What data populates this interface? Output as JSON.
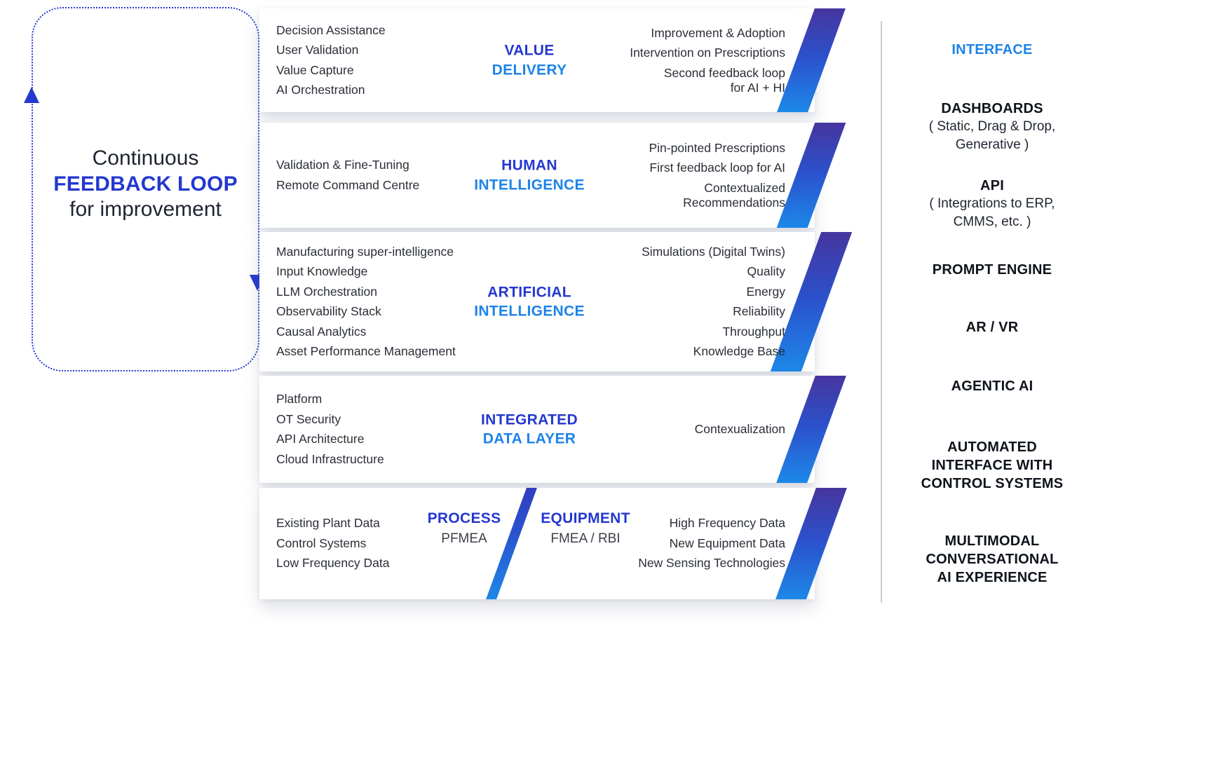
{
  "feedback_loop": {
    "line1": "Continuous",
    "line2": "FEEDBACK LOOP",
    "line3": "for improvement"
  },
  "layers": [
    {
      "title1": "VALUE",
      "title2": "DELIVERY",
      "left": [
        "Decision Assistance",
        "User Validation",
        "Value Capture",
        "AI Orchestration"
      ],
      "right": [
        [
          "Improvement & Adoption"
        ],
        [
          "Intervention on Prescriptions"
        ],
        [
          "Second feedback loop",
          "for AI + HI"
        ]
      ]
    },
    {
      "title1": "HUMAN",
      "title2": "INTELLIGENCE",
      "left": [
        "Validation & Fine-Tuning",
        "Remote Command Centre"
      ],
      "right": [
        [
          "Pin-pointed Prescriptions"
        ],
        [
          "First feedback loop for AI"
        ],
        [
          "Contextualized",
          "Recommendations"
        ]
      ]
    },
    {
      "title1": "ARTIFICIAL",
      "title2": "INTELLIGENCE",
      "left": [
        "Manufacturing super-intelligence",
        "Input Knowledge",
        "LLM Orchestration",
        "Observability Stack",
        "Causal Analytics",
        "Asset Performance Management"
      ],
      "right": [
        [
          "Simulations (Digital Twins)"
        ],
        [
          "Quality"
        ],
        [
          "Energy"
        ],
        [
          "Reliability"
        ],
        [
          "Throughput"
        ],
        [
          "Knowledge Base"
        ]
      ]
    },
    {
      "title1": "INTEGRATED",
      "title2": "DATA LAYER",
      "left": [
        "Platform",
        "OT Security",
        "API Architecture",
        "Cloud Infrastructure"
      ],
      "right": [
        [
          "Contexualization"
        ]
      ]
    },
    {
      "process_title": "PROCESS",
      "process_sub": "PFMEA",
      "equipment_title": "EQUIPMENT",
      "equipment_sub": "FMEA / RBI",
      "left": [
        "Existing Plant Data",
        "Control Systems",
        "Low Frequency Data"
      ],
      "right": [
        [
          "High Frequency Data"
        ],
        [
          "New Equipment Data"
        ],
        [
          "New Sensing Technologies"
        ]
      ]
    }
  ],
  "right_panel": {
    "items": [
      {
        "lines": [
          "INTERFACE"
        ]
      },
      {
        "lines": [
          "DASHBOARDS"
        ],
        "sub": [
          "( Static, Drag & Drop,",
          "Generative )"
        ]
      },
      {
        "lines": [
          "API"
        ],
        "sub": [
          "( Integrations to ERP,",
          "CMMS, etc. )"
        ]
      },
      {
        "lines": [
          "PROMPT ENGINE"
        ]
      },
      {
        "lines": [
          "AR / VR"
        ]
      },
      {
        "lines": [
          "AGENTIC AI"
        ]
      },
      {
        "lines": [
          "AUTOMATED",
          "INTERFACE WITH",
          "CONTROL SYSTEMS"
        ]
      },
      {
        "lines": [
          "MULTIMODAL",
          "CONVERSATIONAL",
          "AI EXPERIENCE"
        ]
      }
    ]
  },
  "icons": {
    "feedback_arrow_up": "triangle-up",
    "feedback_arrow_down": "triangle-down",
    "diagonal_stripe": "skewed-gradient-bar"
  },
  "colors": {
    "royal_blue": "#2438cf",
    "azure_blue": "#1d83e8",
    "stripe_top": "#46359f",
    "stripe_bottom": "#1d88e8",
    "text_dark": "#2a2e37"
  }
}
